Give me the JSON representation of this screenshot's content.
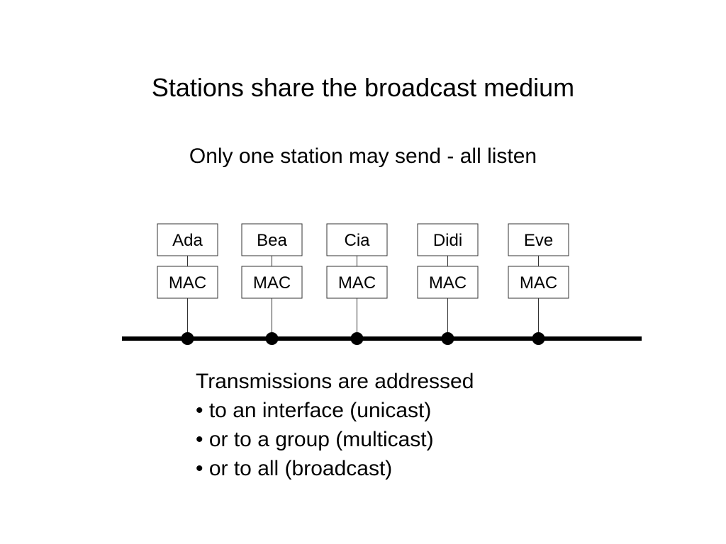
{
  "title": "Stations share the broadcast medium",
  "subtitle": "Only one station may send - all listen",
  "stations": [
    {
      "name": "Ada",
      "mac_label": "MAC"
    },
    {
      "name": "Bea",
      "mac_label": "MAC"
    },
    {
      "name": "Cia",
      "mac_label": "MAC"
    },
    {
      "name": "Didi",
      "mac_label": "MAC"
    },
    {
      "name": "Eve",
      "mac_label": "MAC"
    }
  ],
  "notes": {
    "heading": "Transmissions are addressed",
    "items": [
      "• to an interface (unicast)",
      "• or to a group (multicast)",
      "• or to all (broadcast)"
    ]
  },
  "colors": {
    "line": "#000000",
    "box_border": "#333333",
    "background": "#ffffff"
  }
}
